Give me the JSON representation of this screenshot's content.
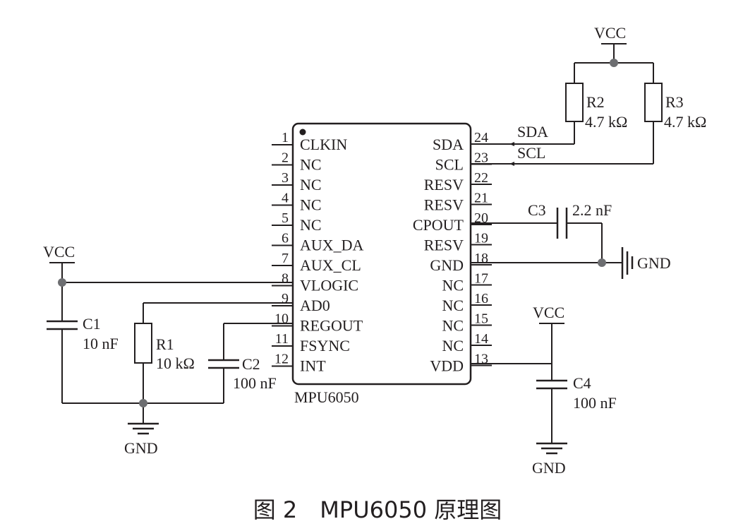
{
  "diagram": {
    "chip": {
      "name": "MPU6050",
      "left_pins": [
        {
          "num": "1",
          "label": "CLKIN"
        },
        {
          "num": "2",
          "label": "NC"
        },
        {
          "num": "3",
          "label": "NC"
        },
        {
          "num": "4",
          "label": "NC"
        },
        {
          "num": "5",
          "label": "NC"
        },
        {
          "num": "6",
          "label": "AUX_DA"
        },
        {
          "num": "7",
          "label": "AUX_CL"
        },
        {
          "num": "8",
          "label": "VLOGIC"
        },
        {
          "num": "9",
          "label": "AD0"
        },
        {
          "num": "10",
          "label": "REGOUT"
        },
        {
          "num": "11",
          "label": "FSYNC"
        },
        {
          "num": "12",
          "label": "INT"
        }
      ],
      "right_pins": [
        {
          "num": "24",
          "label": "SDA"
        },
        {
          "num": "23",
          "label": "SCL"
        },
        {
          "num": "22",
          "label": "RESV"
        },
        {
          "num": "21",
          "label": "RESV"
        },
        {
          "num": "20",
          "label": "CPOUT"
        },
        {
          "num": "19",
          "label": "RESV"
        },
        {
          "num": "18",
          "label": "GND"
        },
        {
          "num": "17",
          "label": "NC"
        },
        {
          "num": "16",
          "label": "NC"
        },
        {
          "num": "15",
          "label": "NC"
        },
        {
          "num": "14",
          "label": "NC"
        },
        {
          "num": "13",
          "label": "VDD"
        }
      ]
    },
    "net_labels": {
      "vcc_top": "VCC",
      "vcc_left": "VCC",
      "vcc_right": "VCC",
      "gnd_left": "GND",
      "gnd_right": "GND",
      "gnd_c3": "GND",
      "sda": "SDA",
      "scl": "SCL"
    },
    "components": {
      "r1": {
        "ref": "R1",
        "value": "10 kΩ"
      },
      "r2": {
        "ref": "R2",
        "value": "4.7 kΩ"
      },
      "r3": {
        "ref": "R3",
        "value": "4.7 kΩ"
      },
      "c1": {
        "ref": "C1",
        "value": "10 nF"
      },
      "c2": {
        "ref": "C2",
        "value": "100 nF"
      },
      "c3": {
        "ref": "C3",
        "value": "2.2 nF"
      },
      "c4": {
        "ref": "C4",
        "value": "100 nF"
      }
    },
    "caption": "图 2　MPU6050 原理图"
  }
}
